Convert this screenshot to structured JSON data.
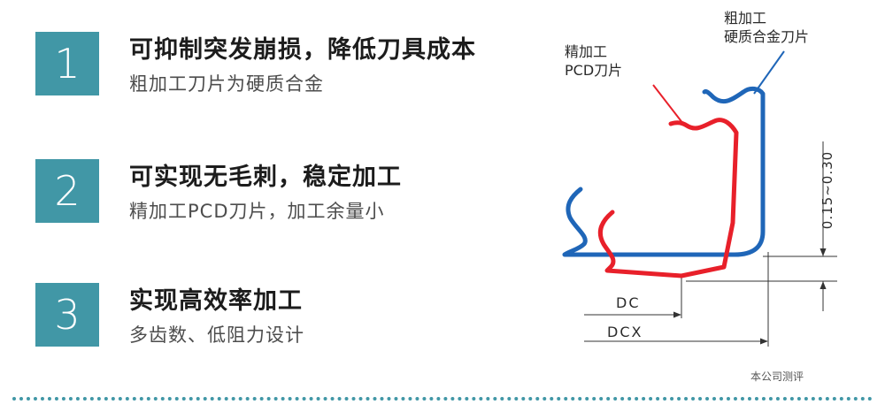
{
  "features": [
    {
      "number": "1",
      "title": "可抑制突发崩损，降低刀具成本",
      "desc": "粗加工刀片为硬质合金"
    },
    {
      "number": "2",
      "title": "可实现无毛刺，稳定加工",
      "desc": "精加工PCD刀片，加工余量小"
    },
    {
      "number": "3",
      "title": "实现高效率加工",
      "desc": "多齿数、低阻力设计"
    }
  ],
  "diagram": {
    "rough_label_line1": "粗加工",
    "rough_label_line2": "硬质合金刀片",
    "fine_label_line1": "精加工",
    "fine_label_line2": "PCD刀片",
    "dc_label": "DC",
    "dcx_label": "DCX",
    "range_label": "0.15~0.30",
    "note": "本公司测评"
  },
  "colors": {
    "accent": "#4197a6",
    "rough_insert": "#1f66b8",
    "fine_insert": "#e8202a"
  }
}
